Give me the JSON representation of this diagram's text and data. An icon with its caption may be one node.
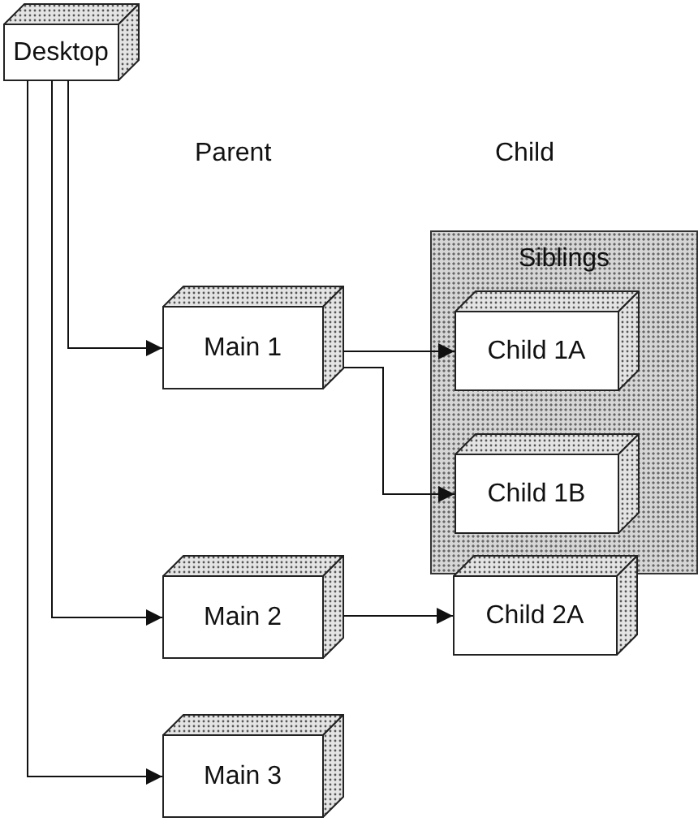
{
  "diagram": {
    "nodes": [
      {
        "text": [
          "Desktop"
        ]
      },
      {
        "text": [
          "Siblings"
        ]
      },
      {
        "text": [
          "Main 1"
        ]
      },
      {
        "text": [
          "Child 1A"
        ],
        "in": 1
      },
      {
        "text": [
          "Child 1B"
        ],
        "in": 1
      },
      {
        "text": [
          "Main 2"
        ]
      },
      {
        "text": [
          "Child 2A"
        ]
      },
      {
        "text": [
          "Main 3"
        ]
      }
    ],
    "edges": [
      {
        "from": 0,
        "to": 2,
        "arrow": "to"
      },
      {
        "from": 0,
        "to": 5,
        "arrow": "to"
      },
      {
        "from": 0,
        "to": 7,
        "arrow": "to"
      },
      {
        "from": 2,
        "to": 3,
        "arrow": "to"
      },
      {
        "from": 2,
        "to": 4,
        "arrow": "to"
      },
      {
        "from": 5,
        "to": 6,
        "arrow": "to"
      }
    ],
    "labels": [
      "Parent",
      "Child"
    ]
  }
}
